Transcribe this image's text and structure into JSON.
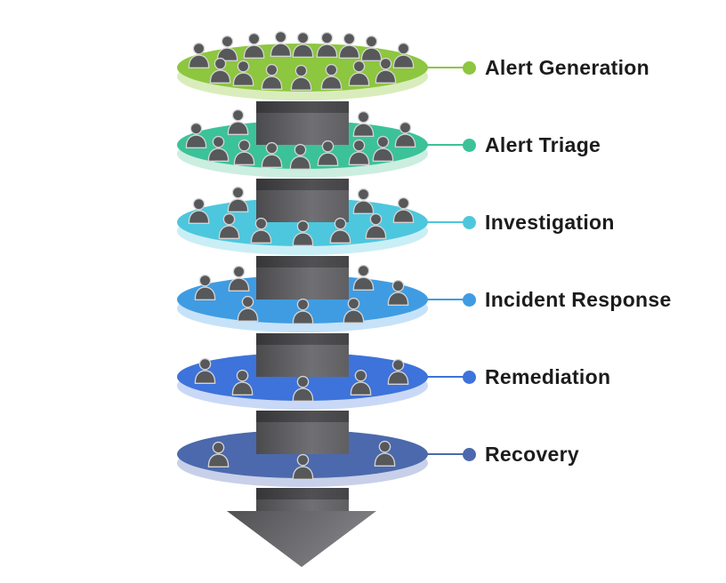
{
  "diagram": {
    "type": "stacked-disc-funnel",
    "direction": "top-to-bottom",
    "layers": [
      {
        "label": "Alert Generation",
        "disc_color": "#8dc63f",
        "rim_color": "#d9edbc",
        "connector_color": "#8dc63f",
        "people_count": 16,
        "people_back": [
          [
            -117,
            -28
          ],
          [
            -85,
            -36
          ],
          [
            -55,
            -39
          ],
          [
            -25,
            -41
          ],
          [
            0,
            -40
          ],
          [
            27,
            -40
          ],
          [
            52,
            -39
          ],
          [
            77,
            -36
          ],
          [
            113,
            -28
          ]
        ],
        "people_front": [
          [
            -93,
            -11
          ],
          [
            -67,
            -8
          ],
          [
            -35,
            -4
          ],
          [
            -2,
            -3
          ],
          [
            32,
            -4
          ],
          [
            63,
            -8
          ],
          [
            93,
            -11
          ]
        ]
      },
      {
        "label": "Alert Triage",
        "disc_color": "#3cc298",
        "rim_color": "#cbeee0",
        "connector_color": "#3cc298",
        "people_count": 11,
        "people_back": [
          [
            -120,
            -25
          ],
          [
            -73,
            -40
          ],
          [
            68,
            -38
          ],
          [
            115,
            -26
          ]
        ],
        "people_front": [
          [
            -95,
            -10
          ],
          [
            -66,
            -6
          ],
          [
            -35,
            -3
          ],
          [
            -3,
            -1
          ],
          [
            28,
            -5
          ],
          [
            63,
            -6
          ],
          [
            90,
            -10
          ]
        ]
      },
      {
        "label": "Investigation",
        "disc_color": "#4dc7dd",
        "rim_color": "#caeef6",
        "connector_color": "#4dc7dd",
        "people_count": 9,
        "people_back": [
          [
            -117,
            -27
          ],
          [
            -73,
            -40
          ],
          [
            68,
            -38
          ],
          [
            113,
            -28
          ]
        ],
        "people_front": [
          [
            -83,
            -10
          ],
          [
            -47,
            -5
          ],
          [
            0,
            -2
          ],
          [
            42,
            -5
          ],
          [
            82,
            -10
          ]
        ]
      },
      {
        "label": "Incident Response",
        "disc_color": "#3f9ce2",
        "rim_color": "#c6e2f8",
        "connector_color": "#3f9ce2",
        "people_count": 7,
        "people_back": [
          [
            -110,
            -28
          ],
          [
            -72,
            -38
          ],
          [
            68,
            -39
          ],
          [
            107,
            -22
          ]
        ],
        "people_front": [
          [
            -62,
            -4
          ],
          [
            0,
            -1
          ],
          [
            57,
            -2
          ]
        ]
      },
      {
        "label": "Remediation",
        "disc_color": "#3d73da",
        "rim_color": "#c9d8f6",
        "connector_color": "#3d73da",
        "people_count": 5,
        "people_back": [
          [
            -110,
            -21
          ],
          [
            107,
            -20
          ]
        ],
        "people_front": [
          [
            -68,
            -8
          ],
          [
            0,
            -1
          ],
          [
            65,
            -8
          ]
        ]
      },
      {
        "label": "Recovery",
        "disc_color": "#4b69ac",
        "rim_color": "#c7d0e8",
        "connector_color": "#4b69ac",
        "people_count": 3,
        "people_back": [
          [
            -95,
            -14
          ],
          [
            92,
            -15
          ]
        ],
        "people_front": [
          [
            0,
            0
          ]
        ]
      }
    ],
    "column": {
      "gradient": [
        "#4b4b4e",
        "#707074",
        "#5f5f62"
      ],
      "top_shadow": "rgba(0,0,0,0.28)"
    },
    "arrow": {
      "gradient": [
        "#515154",
        "#8c8c90"
      ]
    },
    "person": {
      "fill": "#57585a",
      "outline": "#d4d4d4"
    },
    "label_text_color": "#1c1c1c",
    "background_color": "#ffffff"
  }
}
